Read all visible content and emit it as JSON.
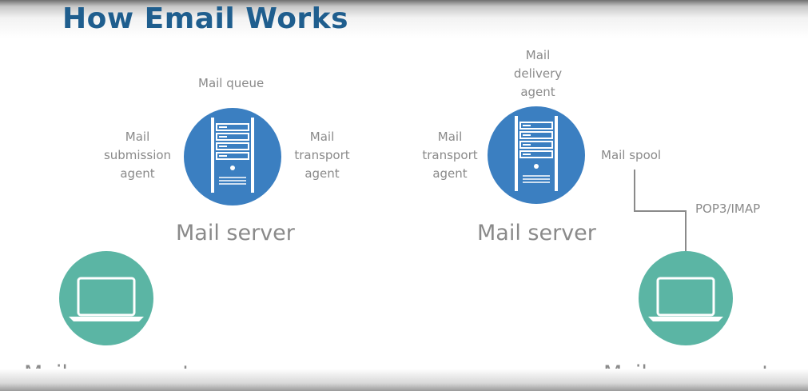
{
  "title": "How Email Works",
  "left_server": {
    "name": "Mail server",
    "top_label": "Mail queue",
    "left_label": [
      "Mail",
      "submission",
      "agent"
    ],
    "right_label": [
      "Mail",
      "transport",
      "agent"
    ]
  },
  "right_server": {
    "name": "Mail server",
    "top_label": [
      "Mail",
      "delivery",
      "agent"
    ],
    "left_label": [
      "Mail",
      "transport",
      "agent"
    ],
    "right_label": "Mail spool"
  },
  "protocol_label": "POP3/IMAP",
  "left_client": {
    "name": "Mail user agent"
  },
  "right_client": {
    "name": "Mail user agent"
  },
  "colors": {
    "title": "#1f5e8e",
    "server": "#3b7fc1",
    "client": "#5bb5a4",
    "label": "#8a8a8a",
    "connector": "#8a8a8a"
  },
  "icons": {
    "server": "server-rack-icon",
    "client": "laptop-icon"
  }
}
